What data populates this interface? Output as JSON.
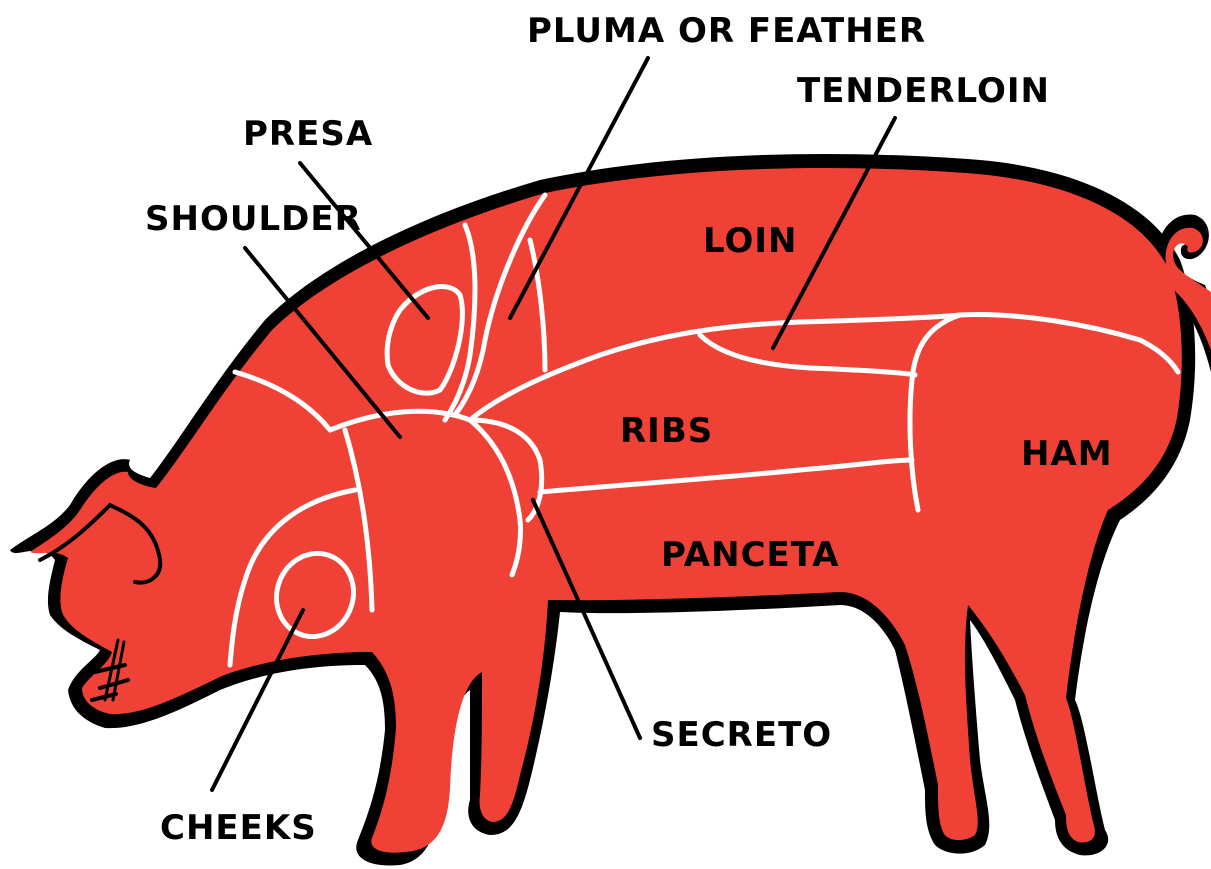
{
  "colors": {
    "meat": "#ef4136",
    "outline": "#000000",
    "cut_lines": "#ffffff",
    "background": "#ffffff"
  },
  "labels": {
    "pluma": "PLUMA OR FEATHER",
    "tenderloin": "TENDERLOIN",
    "presa": "PRESA",
    "shoulder": "SHOULDER",
    "loin": "LOIN",
    "ribs": "RIBS",
    "ham": "HAM",
    "panceta": "PANCETA",
    "secreto": "SECRETO",
    "cheeks": "CHEEKS"
  }
}
